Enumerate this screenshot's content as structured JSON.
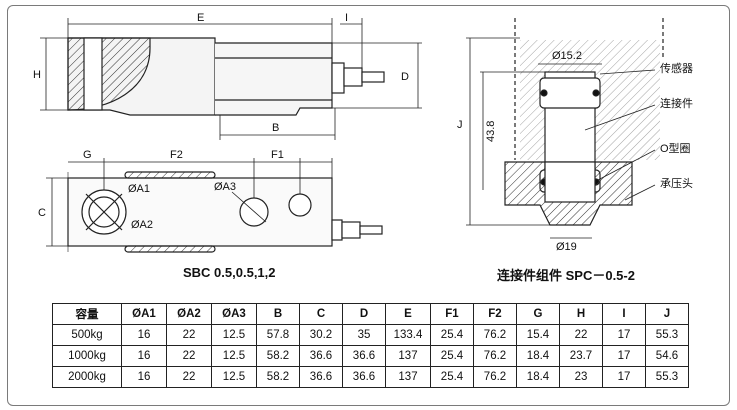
{
  "left_drawing": {
    "dim_labels": {
      "E": "E",
      "I": "I",
      "H": "H",
      "D": "D",
      "B": "B",
      "G": "G",
      "F2": "F2",
      "F1": "F1",
      "C": "C",
      "A1": "ØA1",
      "A2": "ØA2",
      "A3": "ØA3"
    },
    "caption": "SBC 0.5,0.5,1,2"
  },
  "right_drawing": {
    "dim_labels": {
      "d15": "Ø15.2",
      "d19": "Ø19",
      "h438": "43.8",
      "J": "J"
    },
    "callouts": [
      "传感器",
      "连接件",
      "O型圈",
      "承压头"
    ],
    "caption": "连接件组件 SPC－0.5-2"
  },
  "table": {
    "headers": [
      "容量",
      "ØA1",
      "ØA2",
      "ØA3",
      "B",
      "C",
      "D",
      "E",
      "F1",
      "F2",
      "G",
      "H",
      "I",
      "J"
    ],
    "rows": [
      [
        "500kg",
        "16",
        "22",
        "12.5",
        "57.8",
        "30.2",
        "35",
        "133.4",
        "25.4",
        "76.2",
        "15.4",
        "22",
        "17",
        "55.3"
      ],
      [
        "1000kg",
        "16",
        "22",
        "12.5",
        "58.2",
        "36.6",
        "36.6",
        "137",
        "25.4",
        "76.2",
        "18.4",
        "23.7",
        "17",
        "54.6"
      ],
      [
        "2000kg",
        "16",
        "22",
        "12.5",
        "58.2",
        "36.6",
        "36.6",
        "137",
        "25.4",
        "76.2",
        "18.4",
        "23",
        "17",
        "55.3"
      ]
    ]
  }
}
